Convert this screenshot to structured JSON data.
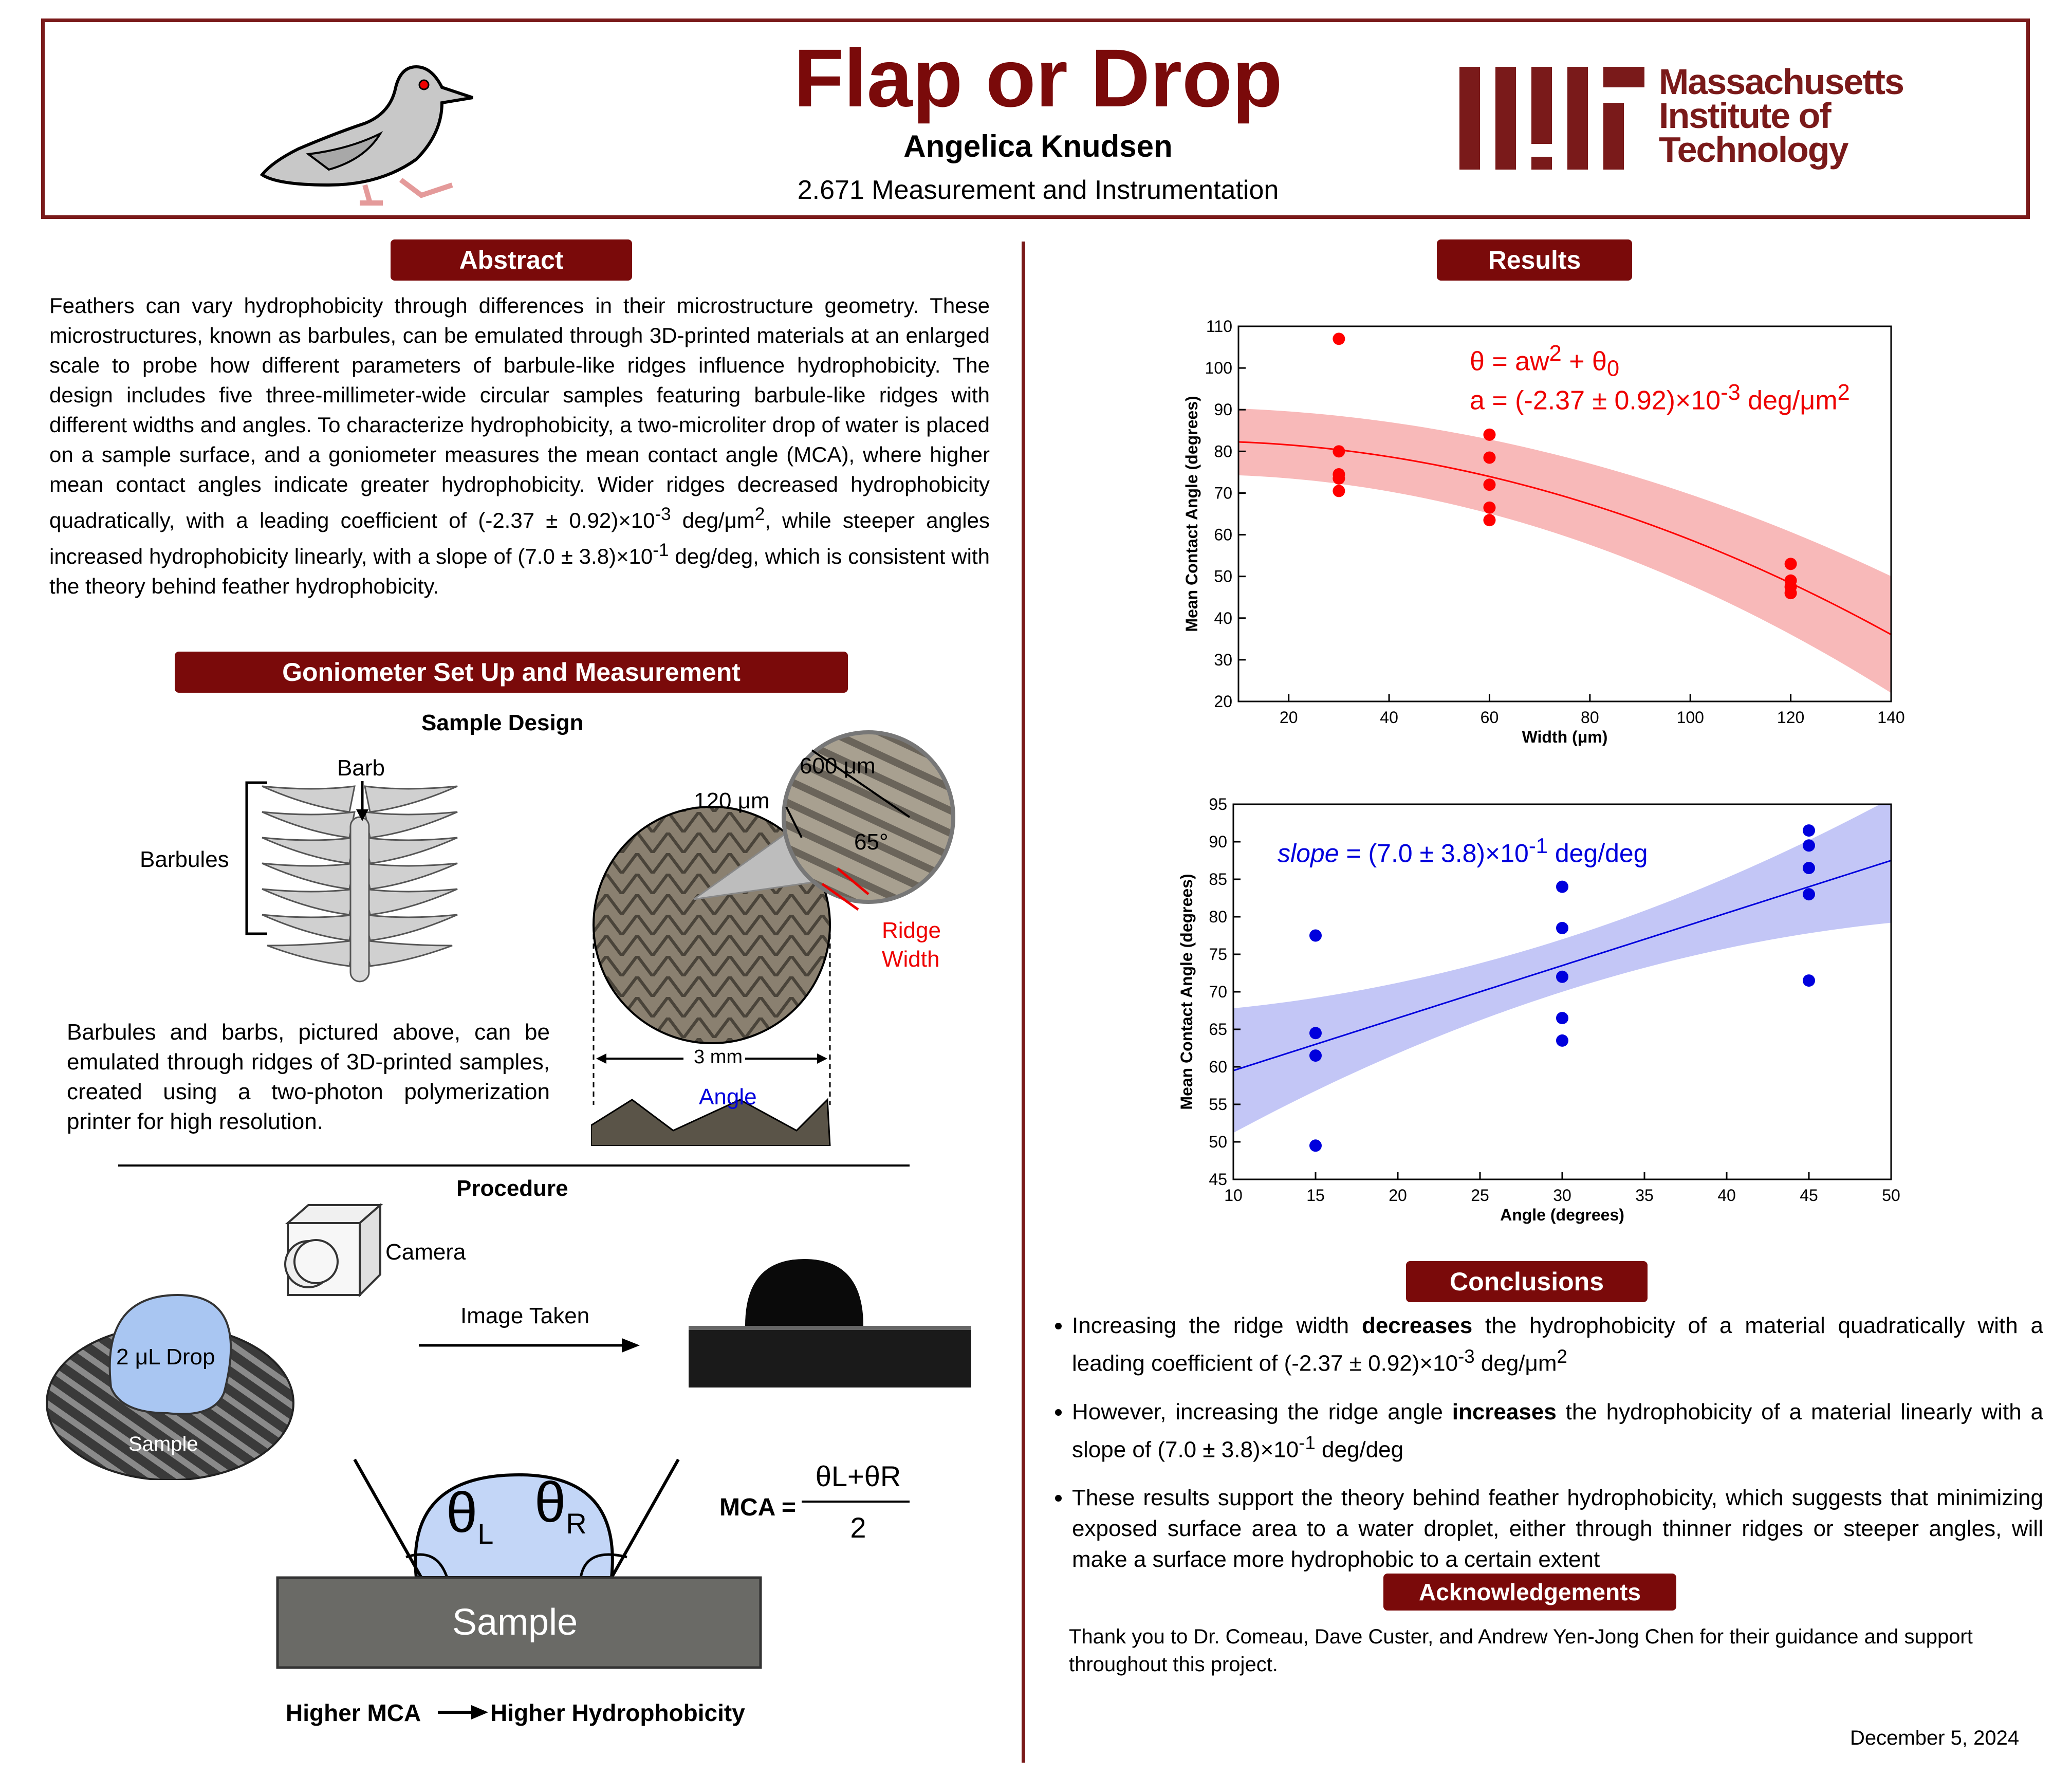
{
  "header": {
    "title": "Flap or Drop",
    "author": "Angelica Knudsen",
    "course": "2.671 Measurement and Instrumentation",
    "logo": {
      "line1": "Massachusetts",
      "line2": "Institute of",
      "line3": "Technology"
    }
  },
  "abstract": {
    "heading": "Abstract",
    "text": "Feathers can vary hydrophobicity through differences in their microstructure geometry. These microstructures, known as barbules, can be emulated through 3D-printed materials at an enlarged scale to probe how different parameters of barbule-like ridges influence hydrophobicity. The design includes five three-millimeter-wide circular samples featuring barbule-like ridges with different widths and angles. To characterize hydrophobicity, a two-microliter drop of water is placed on a sample surface, and a goniometer measures the mean contact angle (MCA), where higher mean contact angles indicate greater hydrophobicity. Wider ridges decreased hydrophobicity quadratically, with a leading coefficient of (-2.37 ± 0.92)×10-3 deg/μm2, while steeper angles increased hydrophobicity linearly, with a slope of (7.0 ± 3.8)×10-1 deg/deg, which is consistent with the theory behind feather hydrophobicity."
  },
  "goniometer": {
    "heading": "Goniometer Set Up and Measurement",
    "sample_design": "Sample Design",
    "barb": "Barb",
    "barbules": "Barbules",
    "dim_600": "600 μm",
    "dim_120": "120 μm",
    "angle_65": "65°",
    "ridge": "Ridge",
    "width": "Width",
    "dim_3mm": "3 mm",
    "angle": "Angle",
    "caption": "Barbules and barbs, pictured above, can be emulated through ridges of 3D-printed samples, created using a two-photon polymerization printer for high resolution.",
    "procedure": "Procedure",
    "camera": "Camera",
    "image_taken": "Image Taken",
    "drop": "2 μL Drop",
    "sample_small": "Sample",
    "theta_l": "θ",
    "sub_l": "L",
    "theta_r": "θ",
    "sub_r": "R",
    "sample_big": "Sample",
    "mca_label": "MCA =",
    "mca_num": "θL+θR",
    "mca_den": "2",
    "higher_mca": "Higher MCA",
    "higher_hydro": "Higher Hydrophobicity"
  },
  "results": {
    "heading": "Results"
  },
  "chart_data": [
    {
      "type": "scatter",
      "xlabel": "Width (μm)",
      "ylabel": "Mean Contact Angle (degrees)",
      "xlim": [
        10,
        140
      ],
      "ylim": [
        20,
        110
      ],
      "xticks": [
        20,
        40,
        60,
        80,
        100,
        120,
        140
      ],
      "yticks": [
        20,
        30,
        40,
        50,
        60,
        70,
        80,
        90,
        100,
        110
      ],
      "points": [
        [
          30,
          107
        ],
        [
          30,
          80
        ],
        [
          30,
          74.5
        ],
        [
          30,
          73.5
        ],
        [
          30,
          70.5
        ],
        [
          60,
          84
        ],
        [
          60,
          78.5
        ],
        [
          60,
          72
        ],
        [
          60,
          66.5
        ],
        [
          60,
          63.5
        ],
        [
          120,
          53
        ],
        [
          120,
          49
        ],
        [
          120,
          47.5
        ],
        [
          120,
          46
        ]
      ],
      "fit": {
        "a": -0.00237,
        "theta0": 82.5
      },
      "ci_halfwidth_at_min": 8,
      "ci_halfwidth_at_max": 14,
      "annotation1": "θ = aw2 + θ0",
      "annotation2": "a = (-2.37 ± 0.92)×10-3 deg/μm2",
      "color": "#ff0000",
      "band_color": "#f8b9b9"
    },
    {
      "type": "scatter",
      "xlabel": "Angle (degrees)",
      "ylabel": "Mean Contact Angle (degrees)",
      "xlim": [
        10,
        50
      ],
      "ylim": [
        45,
        95
      ],
      "xticks": [
        10,
        15,
        20,
        25,
        30,
        35,
        40,
        45,
        50
      ],
      "yticks": [
        45,
        50,
        55,
        60,
        65,
        70,
        75,
        80,
        85,
        90,
        95
      ],
      "points": [
        [
          15,
          77.5
        ],
        [
          15,
          64.5
        ],
        [
          15,
          61.5
        ],
        [
          15,
          49.5
        ],
        [
          30,
          84
        ],
        [
          30,
          78.5
        ],
        [
          30,
          72
        ],
        [
          30,
          66.5
        ],
        [
          30,
          63.5
        ],
        [
          45,
          91.5
        ],
        [
          45,
          89.5
        ],
        [
          45,
          86.5
        ],
        [
          45,
          83
        ],
        [
          45,
          71.5
        ]
      ],
      "fit": {
        "slope": 0.7,
        "intercept": 52.5
      },
      "annotation": "slope = (7.0 ± 3.8)×10-1 deg/deg",
      "color": "#0000dd",
      "band_color": "#c3c6f6"
    }
  ],
  "conclusions": {
    "heading": "Conclusions",
    "b1_pre": "Increasing the ridge width ",
    "b1_bold": "decreases",
    "b1_post": " the hydrophobicity of a material quadratically with a leading coefficient of (-2.37 ± 0.92)×10-3 deg/μm2",
    "b2_pre": "However, increasing the ridge angle ",
    "b2_bold": "increases",
    "b2_post": " the hydrophobicity of a material linearly with a slope of (7.0 ± 3.8)×10-1 deg/deg",
    "b3": "These results support the theory behind feather hydrophobicity, which suggests that minimizing exposed surface area to a water droplet, either through thinner ridges or steeper angles, will make a surface more hydrophobic to a certain extent"
  },
  "acknowledgements": {
    "heading": "Acknowledgements",
    "text": "Thank you to Dr. Comeau, Dave Custer, and Andrew Yen-Jong Chen for their guidance and support throughout this project."
  },
  "date": "December 5, 2024"
}
